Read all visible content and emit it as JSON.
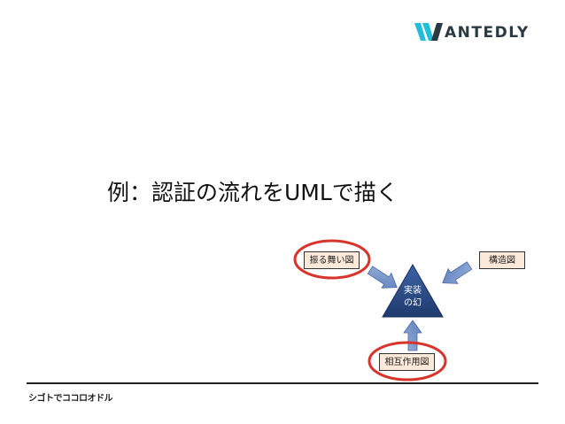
{
  "logo": {
    "text": "ANTEDLY",
    "brand_color": "#21bddb"
  },
  "title": "例：認証の流れをUMLで描く",
  "diagram": {
    "behavior_diagram": "振る舞い図",
    "structure_diagram": "構造図",
    "interaction_diagram": "相互作用図",
    "center_line1": "実装",
    "center_line2": "の幻",
    "highlight_color": "#d9342b",
    "triangle_color": "#27467f",
    "box_fill": "#fde9d9"
  },
  "footer": {
    "text": "シゴトでココロオドル"
  }
}
